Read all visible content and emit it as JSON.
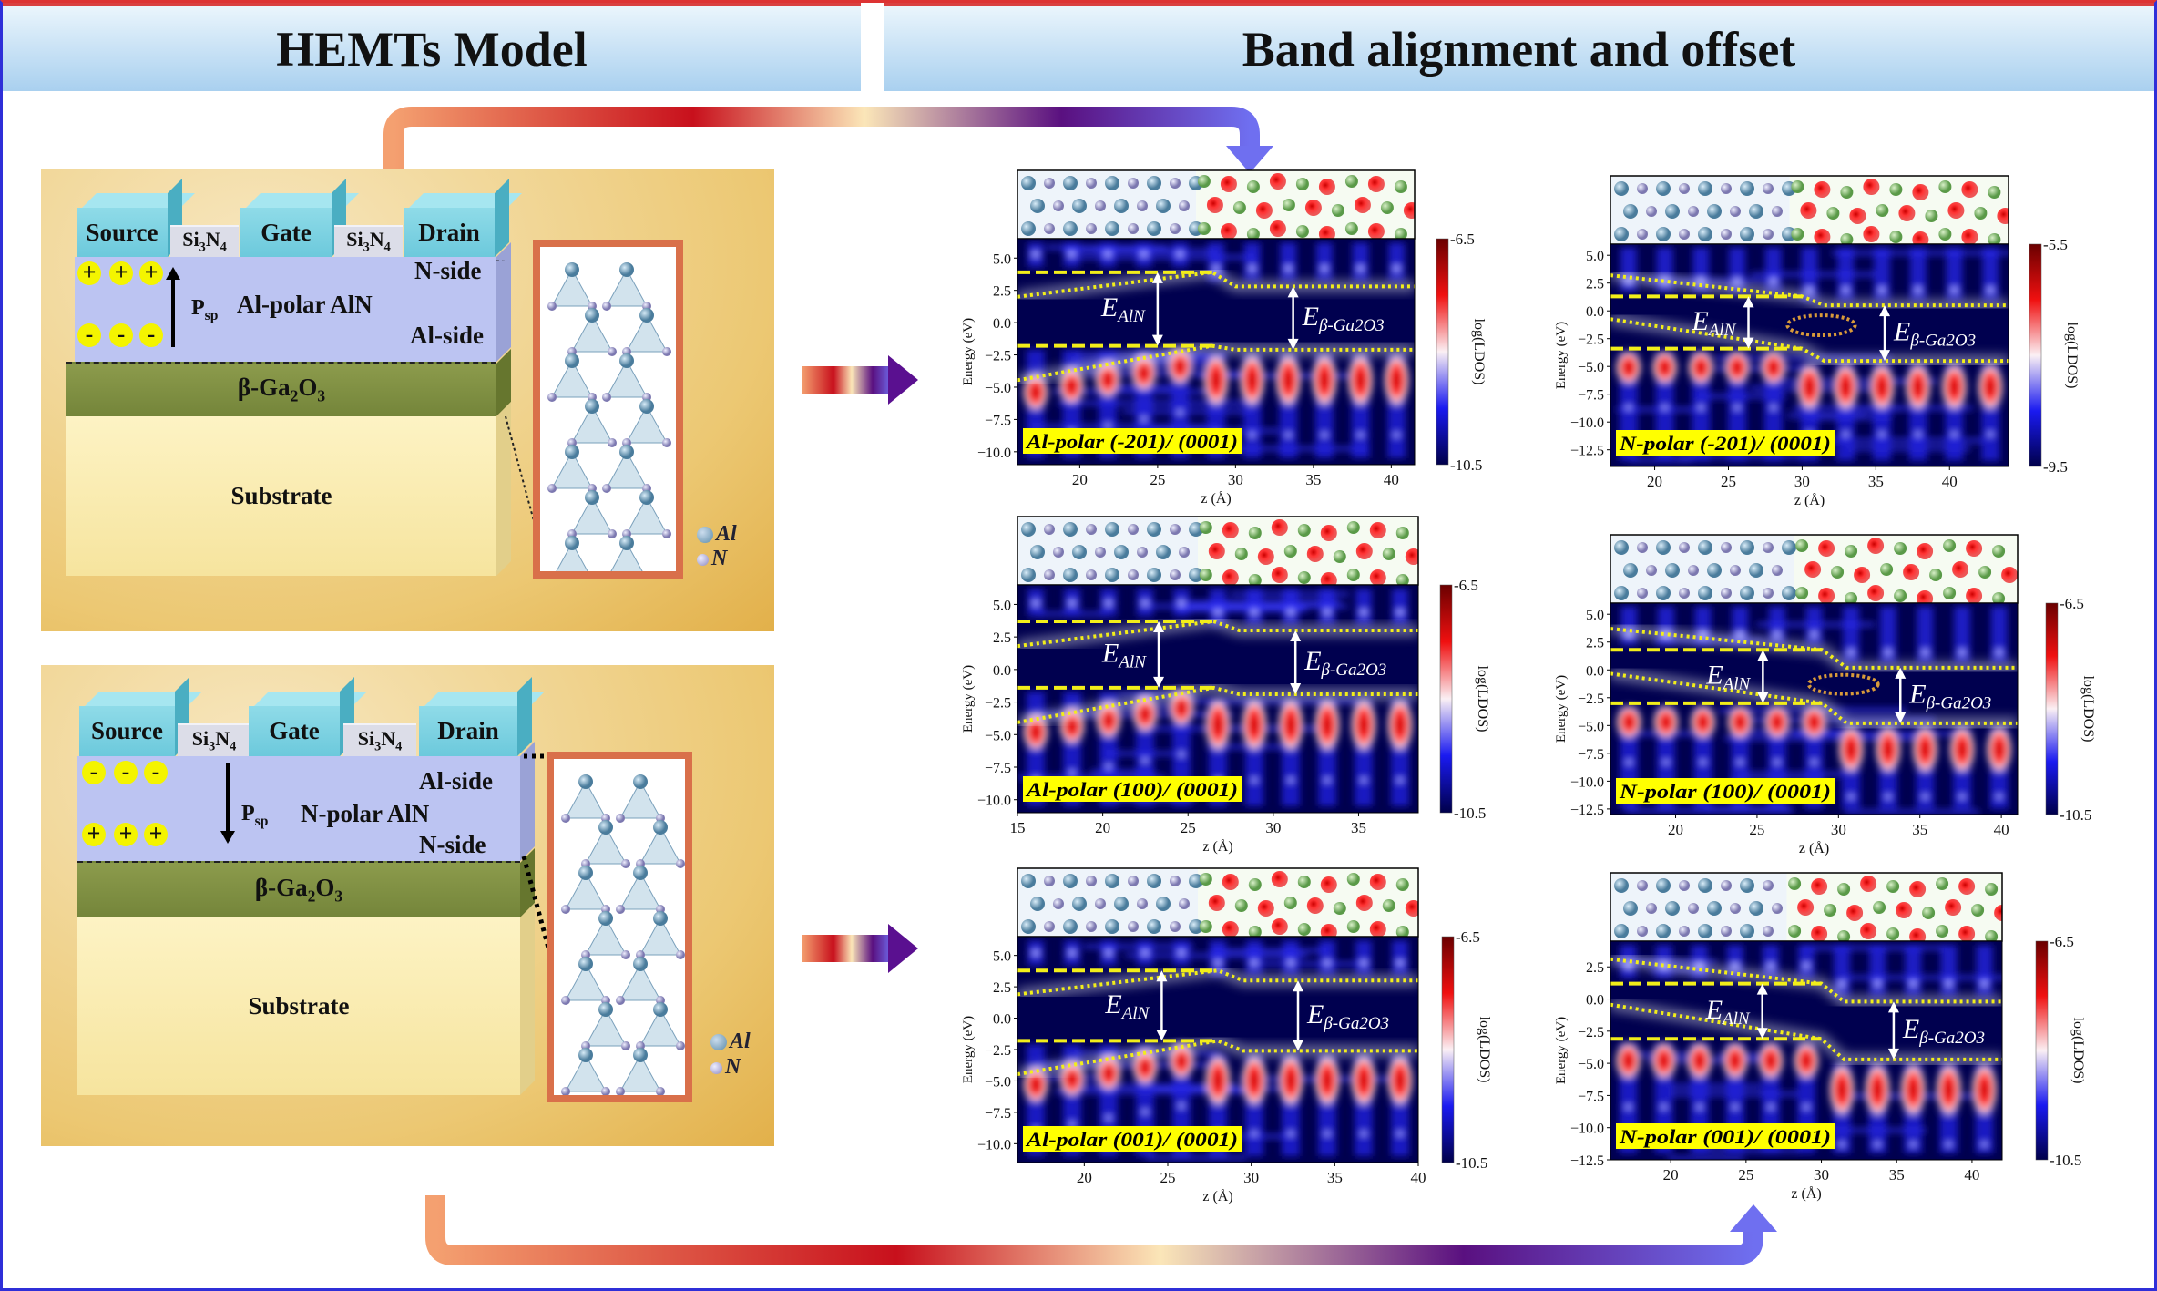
{
  "headers": {
    "left": "HEMTs  Model",
    "right": "Band alignment and offset"
  },
  "colors": {
    "accent_blue": "#6f6ff0",
    "accent_red": "#c0121c",
    "heat_bg": "#00004f",
    "band_line": "#f2ee1a"
  },
  "models": [
    {
      "source": "Source",
      "gate": "Gate",
      "drain": "Drain",
      "passivation": "Si",
      "passivation_sub1": "3",
      "passivation_mid": "N",
      "passivation_sub2": "4",
      "layer": "Al-polar AlN",
      "top_side": "N-side",
      "bottom_side": "Al-side",
      "top_charge": "+",
      "bottom_charge": "-",
      "polarization": "P",
      "polarization_sub": "sp",
      "polarization_dir": "up",
      "buffer": "β-Ga",
      "buffer_sub1": "2",
      "buffer_mid": "O",
      "buffer_sub2": "3",
      "substrate": "Substrate",
      "legend_al": "Al",
      "legend_n": "N"
    },
    {
      "source": "Source",
      "gate": "Gate",
      "drain": "Drain",
      "passivation": "Si",
      "passivation_sub1": "3",
      "passivation_mid": "N",
      "passivation_sub2": "4",
      "layer": "N-polar AlN",
      "top_side": "Al-side",
      "bottom_side": "N-side",
      "top_charge": "-",
      "bottom_charge": "+",
      "polarization": "P",
      "polarization_sub": "sp",
      "polarization_dir": "down",
      "buffer": "β-Ga",
      "buffer_sub1": "2",
      "buffer_mid": "O",
      "buffer_sub2": "3",
      "substrate": "Substrate",
      "legend_al": "Al",
      "legend_n": "N"
    }
  ],
  "chart_data": [
    {
      "type": "heatmap",
      "label": "Al-polar  (-201)/ (0001)",
      "xlabel": "z (Å)",
      "ylabel": "Energy (eV)",
      "cbar_label": "log(LDOS)",
      "cbar_range": [
        -6.5,
        -10.5
      ],
      "xlim": [
        16,
        41.5
      ],
      "ylim": [
        -11,
        6.5
      ],
      "xticks": [
        20,
        25,
        30,
        35,
        40
      ],
      "yticks": [
        5.0,
        2.5,
        0.0,
        -2.5,
        -5.0,
        -7.5,
        -10.0
      ],
      "interface": 28.5,
      "aln_cbm": 3.9,
      "aln_vbm": -1.8,
      "ga2o3_cbm": 2.8,
      "ga2o3_vbm": -2.1,
      "polarity": "Al",
      "gap_labels": {
        "aln": "E",
        "aln_sub": "AlN",
        "gao": "E",
        "gao_sub": "β-Ga2O3"
      }
    },
    {
      "type": "heatmap",
      "label": "N-polar  (-201)/ (0001)",
      "xlabel": "z (Å)",
      "ylabel": "Energy (eV)",
      "cbar_label": "log(LDOS)",
      "cbar_range": [
        -5.5,
        -9.5
      ],
      "xlim": [
        17,
        44
      ],
      "ylim": [
        -14,
        6
      ],
      "xticks": [
        20,
        25,
        30,
        35,
        40
      ],
      "yticks": [
        5.0,
        2.5,
        0.0,
        -2.5,
        -5.0,
        -7.5,
        -10.0,
        -12.5
      ],
      "interface": 30,
      "aln_cbm": 1.3,
      "aln_vbm": -3.4,
      "ga2o3_cbm": 0.5,
      "ga2o3_vbm": -4.5,
      "polarity": "N",
      "gap_labels": {
        "aln": "E",
        "aln_sub": "AlN",
        "gao": "E",
        "gao_sub": "β-Ga2O3"
      }
    },
    {
      "type": "heatmap",
      "label": "Al-polar  (100)/ (0001)",
      "xlabel": "z (Å)",
      "ylabel": "Energy (eV)",
      "cbar_label": "log(LDOS)",
      "cbar_range": [
        -6.5,
        -10.5
      ],
      "xlim": [
        15,
        38.5
      ],
      "ylim": [
        -11,
        6.5
      ],
      "xticks": [
        15,
        20,
        25,
        30,
        35
      ],
      "yticks": [
        5.0,
        2.5,
        0.0,
        -2.5,
        -5.0,
        -7.5,
        -10.0
      ],
      "interface": 26.5,
      "aln_cbm": 3.7,
      "aln_vbm": -1.4,
      "ga2o3_cbm": 3.0,
      "ga2o3_vbm": -1.9,
      "polarity": "Al",
      "gap_labels": {
        "aln": "E",
        "aln_sub": "AlN",
        "gao": "E",
        "gao_sub": "β-Ga2O3"
      }
    },
    {
      "type": "heatmap",
      "label": "N-polar  (100)/ (0001)",
      "xlabel": "z (Å)",
      "ylabel": "Energy (eV)",
      "cbar_label": "log(LDOS)",
      "cbar_range": [
        -6.5,
        -10.5
      ],
      "xlim": [
        16,
        41
      ],
      "ylim": [
        -13,
        6
      ],
      "xticks": [
        20,
        25,
        30,
        35,
        40
      ],
      "yticks": [
        5.0,
        2.5,
        0.0,
        -2.5,
        -5.0,
        -7.5,
        -10.0,
        -12.5
      ],
      "interface": 29,
      "aln_cbm": 1.8,
      "aln_vbm": -3.0,
      "ga2o3_cbm": 0.2,
      "ga2o3_vbm": -4.8,
      "polarity": "N",
      "gap_labels": {
        "aln": "E",
        "aln_sub": "AlN",
        "gao": "E",
        "gao_sub": "β-Ga2O3"
      }
    },
    {
      "type": "heatmap",
      "label": "Al-polar  (001)/ (0001)",
      "xlabel": "z (Å)",
      "ylabel": "Energy (eV)",
      "cbar_label": "log(LDOS)",
      "cbar_range": [
        -6.5,
        -10.5
      ],
      "xlim": [
        16,
        40
      ],
      "ylim": [
        -11.5,
        6.5
      ],
      "xticks": [
        20,
        25,
        30,
        35,
        40
      ],
      "yticks": [
        5.0,
        2.5,
        0.0,
        -2.5,
        -5.0,
        -7.5,
        -10.0
      ],
      "interface": 28,
      "aln_cbm": 3.8,
      "aln_vbm": -1.8,
      "ga2o3_cbm": 3.0,
      "ga2o3_vbm": -2.6,
      "polarity": "Al",
      "gap_labels": {
        "aln": "E",
        "aln_sub": "AlN",
        "gao": "E",
        "gao_sub": "β-Ga2O3"
      }
    },
    {
      "type": "heatmap",
      "label": "N-polar  (001)/ (0001)",
      "xlabel": "z (Å)",
      "ylabel": "Energy (eV)",
      "cbar_label": "log(LDOS)",
      "cbar_range": [
        -6.5,
        -10.5
      ],
      "xlim": [
        16,
        42
      ],
      "ylim": [
        -12.5,
        4.5
      ],
      "xticks": [
        20,
        25,
        30,
        35,
        40
      ],
      "yticks": [
        2.5,
        0.0,
        -2.5,
        -5.0,
        -7.5,
        -10.0,
        -12.5
      ],
      "interface": 30,
      "aln_cbm": 1.2,
      "aln_vbm": -3.1,
      "ga2o3_cbm": -0.2,
      "ga2o3_vbm": -4.7,
      "polarity": "N",
      "gap_labels": {
        "aln": "E",
        "aln_sub": "AlN",
        "gao": "E",
        "gao_sub": "β-Ga2O3"
      }
    }
  ]
}
